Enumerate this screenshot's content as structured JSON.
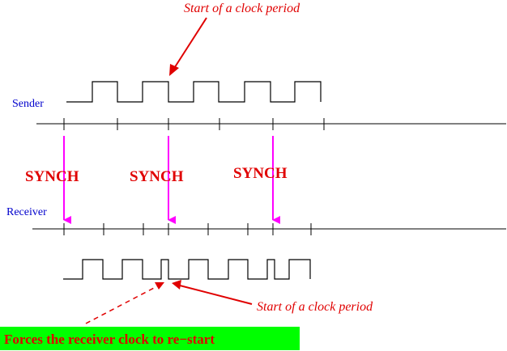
{
  "labels": {
    "sender": "Sender",
    "receiver": "Receiver",
    "synch": [
      "SYNCH",
      "SYNCH",
      "SYNCH"
    ],
    "top_annotation": "Start of a clock period",
    "bottom_annotation": "Start of a clock period",
    "banner": "Forces the receiver clock to re−start"
  },
  "colors": {
    "signal": "#000000",
    "label_blue": "#0000cc",
    "accent_red": "#e00000",
    "sync_arrow": "#ff00ff",
    "banner_bg": "#00ff00"
  }
}
